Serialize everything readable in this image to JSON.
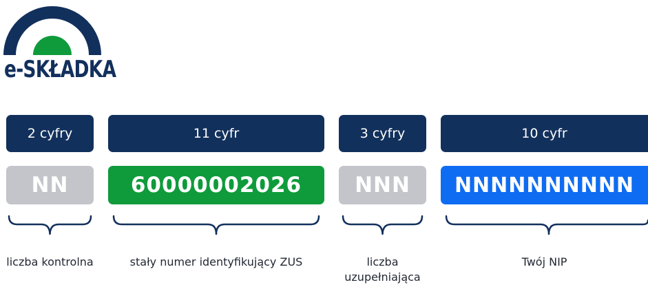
{
  "logo": {
    "text": "e-SKŁADKA",
    "colors": {
      "arc": "#12305c",
      "dot": "#0f9b3b"
    }
  },
  "segments": [
    {
      "header": "2 cyfry",
      "value": "NN",
      "value_color": "gray",
      "label": "liczba kontrolna"
    },
    {
      "header": "11 cyfr",
      "value": "60000002026",
      "value_color": "green",
      "label": "stały numer identyfikujący ZUS"
    },
    {
      "header": "3 cyfry",
      "value": "NNN",
      "value_color": "gray",
      "label": "liczba uzupełniająca"
    },
    {
      "header": "10 cyfr",
      "value": "NNNNNNNNNN",
      "value_color": "blue",
      "label": "Twój NIP"
    }
  ],
  "colors": {
    "header": "#12305c",
    "gray": "#c3c5ca",
    "green": "#0f9b3b",
    "blue": "#0e6cf2"
  }
}
